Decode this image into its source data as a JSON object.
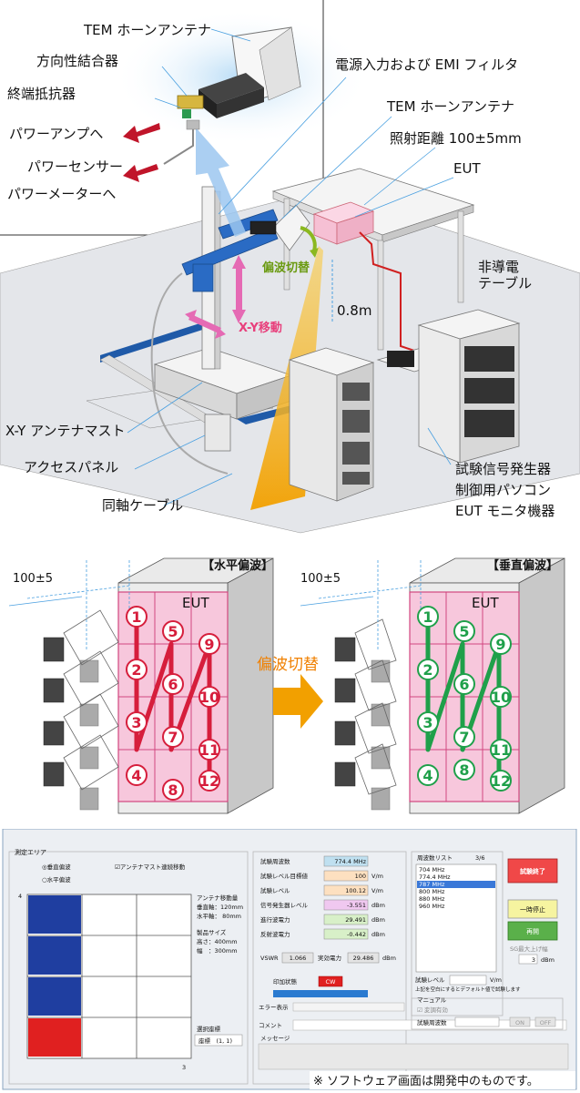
{
  "top_diagram": {
    "labels": {
      "tem_horn_1": "TEM ホーンアンテナ",
      "dir_coupler": "方向性結合器",
      "term_resistor": "終端抵抗器",
      "to_power_amp": "パワーアンプへ",
      "power_sensor": "パワーセンサー",
      "to_power_meter": "パワーメーターへ",
      "power_input": "電源入力および EMI フィルタ",
      "tem_horn_2": "TEM ホーンアンテナ",
      "distance": "照射距離 100±5mm",
      "eut": "EUT",
      "non_conductive_1": "非導電",
      "non_conductive_2": "テーブル",
      "polarization_switch": "偏波切替",
      "height": "0.8m",
      "xy_move": "X-Y移動",
      "antenna_mast": "X-Y アンテナマスト",
      "access_panel": "アクセスパネル",
      "coax_cable": "同軸ケーブル",
      "equip_1": "試験信号発生器",
      "equip_2": "制御用パソコン",
      "equip_3": "EUT モニタ機器"
    }
  },
  "middle_diagram": {
    "left_title": "【水平偏波】",
    "right_title": "【垂直偏波】",
    "distance_left": "100±5",
    "distance_right": "100±5",
    "eut_left": "EUT",
    "eut_right": "EUT",
    "switch_label": "偏波切替",
    "grid_numbers": [
      "1",
      "2",
      "3",
      "4",
      "5",
      "6",
      "7",
      "8",
      "9",
      "10",
      "11",
      "12"
    ]
  },
  "software": {
    "measure_area": {
      "title": "測定エリア",
      "radio_h": "◎垂直偏波",
      "radio_v": "○水平偏波",
      "check_mast": "☑アンテナマスト連続移動",
      "axis_top": "4",
      "axis_bottom": "3",
      "info_move": "アンテナ移動量",
      "info_vert": "垂直軸：120mm",
      "info_horiz": "水平軸： 80mm",
      "info_size": "製品サイズ",
      "info_height": "高さ：400mm",
      "info_width": "幅　：300mm",
      "info_select": "選択座標",
      "info_coord": "座標　(1, 1)"
    },
    "readings": {
      "rows": [
        {
          "label": "試験周波数",
          "value": "774.4 MHz",
          "unit": ""
        },
        {
          "label": "試験レベル目標値",
          "value": "100",
          "unit": "V/m"
        },
        {
          "label": "試験レベル",
          "value": "100.12",
          "unit": "V/m"
        },
        {
          "label": "信号発生器レベル",
          "value": "-3.551",
          "unit": "dBm"
        },
        {
          "label": "進行波電力",
          "value": "29.491",
          "unit": "dBm"
        },
        {
          "label": "反射波電力",
          "value": "-0.442",
          "unit": "dBm"
        }
      ],
      "vswr_label": "VSWR",
      "vswr_value": "1.066",
      "eff_label": "実効電力",
      "eff_value": "29.486",
      "eff_unit": "dBm",
      "apply_label": "印加状態",
      "apply_value": "CW",
      "error_label": "エラー表示",
      "comment_label": "コメント",
      "message_label": "メッセージ"
    },
    "freq_list": {
      "title": "周波数リスト",
      "count": "3/6",
      "items": [
        "704 MHz",
        "774.4 MHz",
        "787 MHz",
        "800 MHz",
        "880 MHz",
        "960 MHz"
      ],
      "selected_index": 2,
      "level_label": "試験レベル",
      "level_unit": "V/m",
      "level_note": "上記を空白にするとデフォルト値で試験します",
      "manual_title": "マニュアル",
      "manual_check": "☑ 変調有効",
      "manual_freq": "試験周波数",
      "on_label": "ON",
      "off_label": "OFF"
    },
    "buttons": {
      "end": "試験終了",
      "pause": "一時停止",
      "resume": "再開",
      "sg_check": "SG最大上げ幅",
      "sg_value": "3",
      "sg_unit": "dBm"
    },
    "note": "※ ソフトウェア画面は開発中のものです。"
  }
}
